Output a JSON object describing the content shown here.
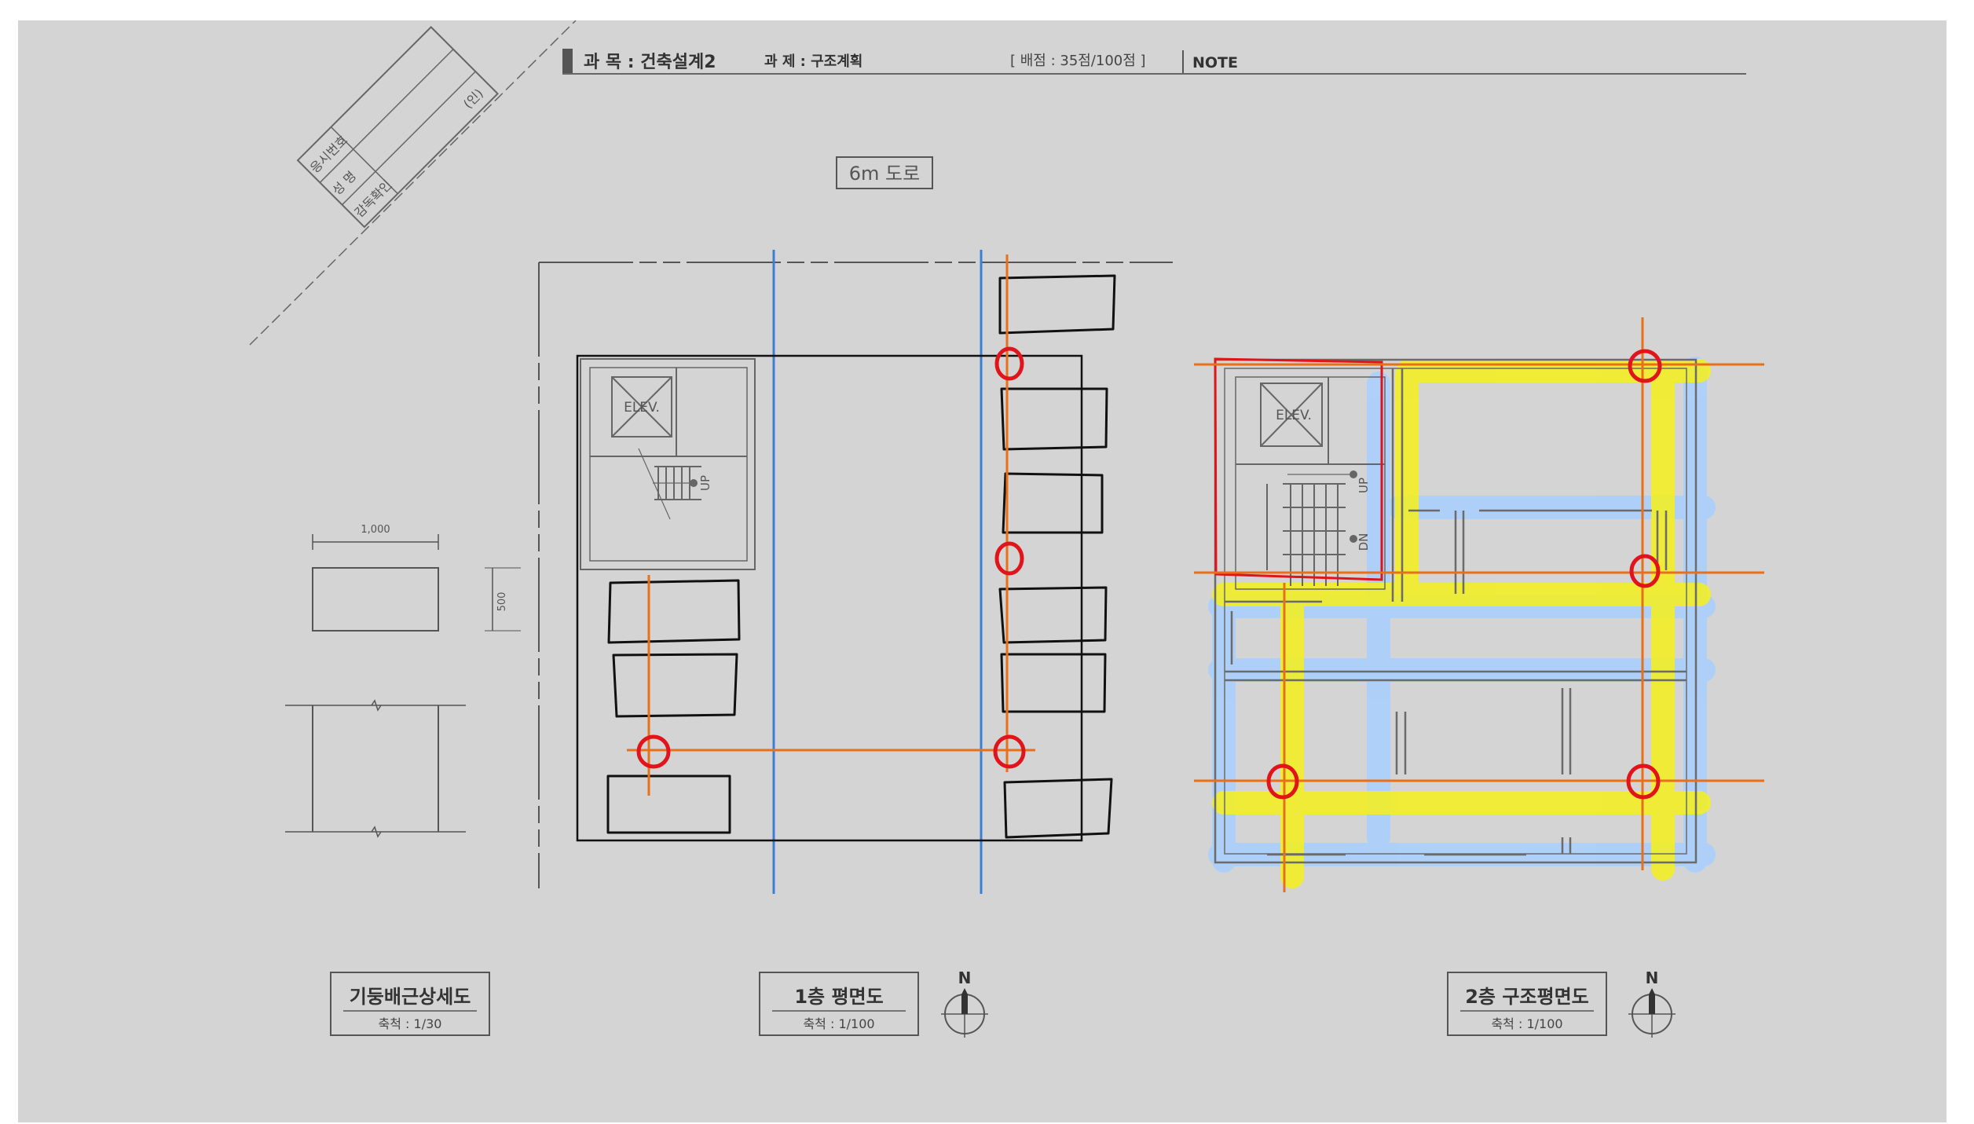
{
  "header": {
    "subject": "과 목 : 건축설계2",
    "assignment": "과 제 : 구조계획",
    "score": "[ 배점 : 35점/100점 ]",
    "note": "NOTE"
  },
  "stamp": {
    "exam_number": "응시번호",
    "name": "성     명",
    "supervisor": "감독확인",
    "seal": "(인)"
  },
  "road_label": "6m 도로",
  "column_detail": {
    "width_dim": "1,000",
    "height_dim": "500",
    "title": "기둥배근상세도",
    "scale": "축척 : 1/30"
  },
  "floor1": {
    "title": "1층 평면도",
    "scale": "축척 : 1/100",
    "elev_label": "ELEV.",
    "up_label": "UP"
  },
  "floor2": {
    "title": "2층 구조평면도",
    "scale": "축척 : 1/100",
    "elev_label": "ELEV.",
    "up_label": "UP",
    "dn_label": "DN"
  },
  "north_label": "N",
  "colors": {
    "sheet": "#d4d4d4",
    "line": "#555555",
    "ink": "#111111",
    "orange_grid": "#e8701a",
    "blue_line": "#3b7fd4",
    "red_mark": "#e0141a",
    "yellow_beam": "#f6f01c",
    "blue_beam": "#a8d0ff"
  }
}
